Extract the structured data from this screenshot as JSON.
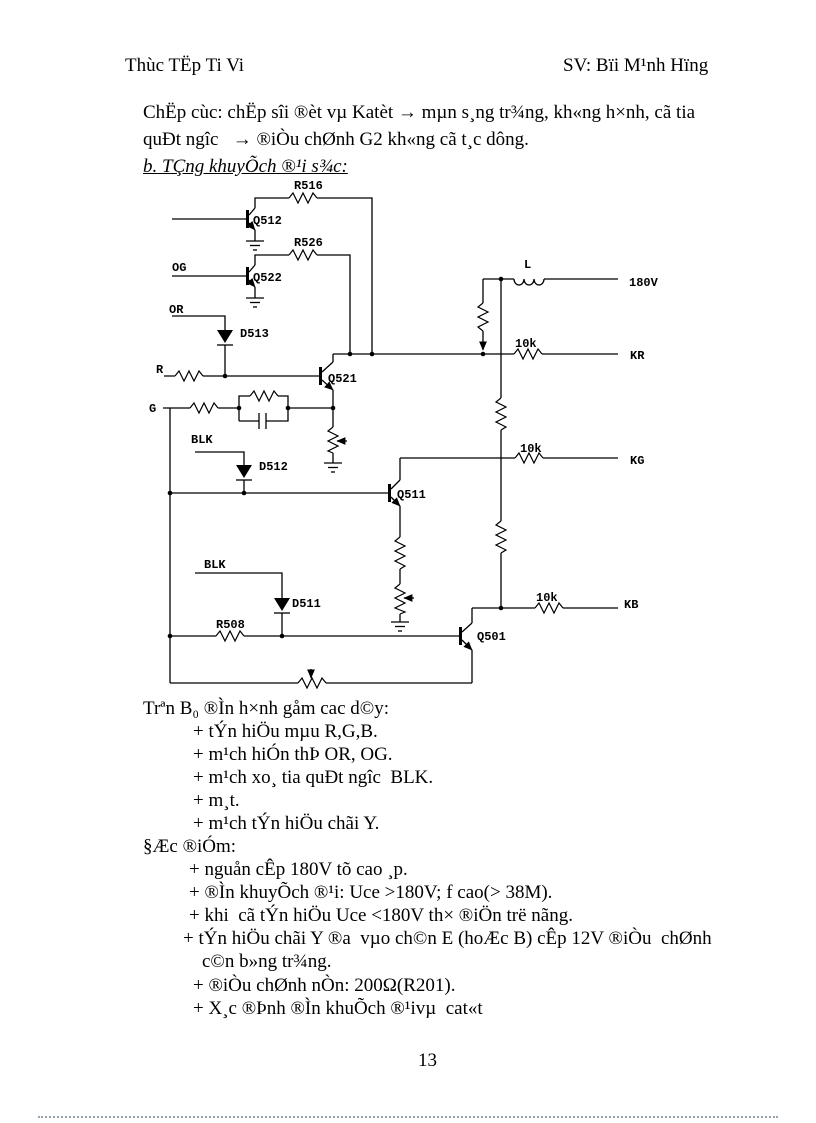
{
  "header": {
    "left": "Thùc TËp Ti Vi",
    "right": "SV: Bïi M¹nh Hïng"
  },
  "intro": {
    "line1": "ChËp cùc: chËp sîi ®èt vµ Katèt → mµn s¸ng tr¾ng, kh«ng h×nh, cã tia",
    "line2": "quÐt ngîc   → ®iÒu chØnh G2 kh«ng cã t¸c dông.",
    "heading": "b. TÇng khuyÕch ®¹i s¾c:"
  },
  "schematic": {
    "transistors": {
      "q512": "Q512",
      "q522": "Q522",
      "q521": "Q521",
      "q511": "Q511",
      "q501": "Q501"
    },
    "resistors": {
      "r516": "R516",
      "r526": "R526",
      "r508": "R508",
      "r10k": "10k"
    },
    "diodes": {
      "d513": "D513",
      "d512": "D512",
      "d511": "D511"
    },
    "inductor": {
      "l": "L"
    },
    "inputs": {
      "og": "OG",
      "or": "OR",
      "r": "R",
      "g": "G",
      "blk1": "BLK",
      "blk2": "BLK"
    },
    "terminals": {
      "v180": "180V",
      "kr": "KR",
      "kg": "KG",
      "kb": "KB"
    }
  },
  "body": {
    "lines": [
      {
        "text": "Trªn B₀ ®Ìn h×nh gåm cac d©y:"
      },
      {
        "text": "+ tÝn hiÖu mµu R,G,B."
      },
      {
        "text": "+ m¹ch hiÓn thÞ OR, OG."
      },
      {
        "text": "+ m¹ch xo¸ tia quÐt ngîc  BLK."
      },
      {
        "text": "+ m¸t."
      },
      {
        "text": "+ m¹ch tÝn hiÖu chãi Y."
      },
      {
        "text": "§Æc ®iÓm:"
      },
      {
        "text": "+ nguån cÊp 180V tõ cao ¸p."
      },
      {
        "text": "+ ®Ìn khuyÕch ®¹i: Uce >180V; f cao(> 38M)."
      },
      {
        "text": "+ khi  cã tÝn hiÖu Uce <180V th× ®iÖn trë nãng."
      },
      {
        "text": "+ tÝn hiÖu chãi Y ®a  vµo ch©n E (hoÆc B) cÊp 12V ®iÒu  chØnh"
      },
      {
        "text": "c©n b»ng tr¾ng."
      },
      {
        "text": "+ ®iÒu chØnh nÒn: 200Ω(R201)."
      },
      {
        "text": "+ X¸c ®Þnh ®Ìn khuÕch ®¹ivµ  cat«t"
      }
    ]
  },
  "footer": {
    "page_number": "13"
  }
}
